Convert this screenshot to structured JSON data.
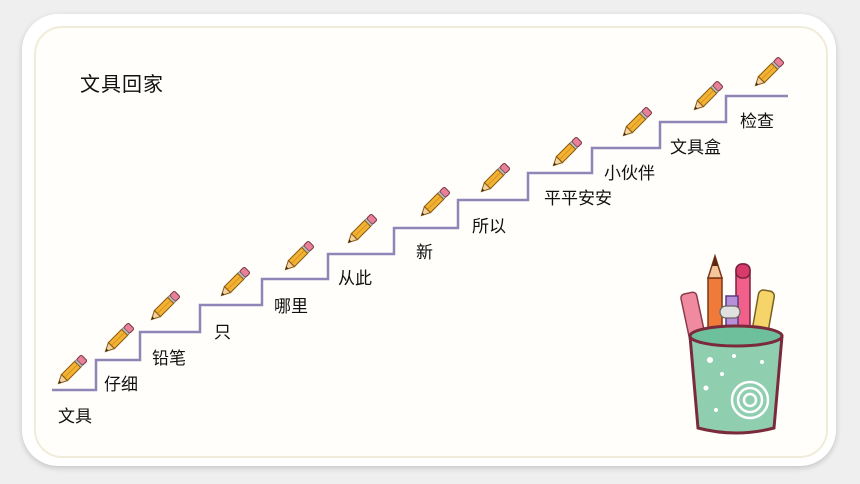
{
  "title": "文具回家",
  "steps": [
    {
      "label": "文具"
    },
    {
      "label": "仔细"
    },
    {
      "label": "铅笔"
    },
    {
      "label": "只"
    },
    {
      "label": "哪里"
    },
    {
      "label": "从此"
    },
    {
      "label": "新"
    },
    {
      "label": "所以"
    },
    {
      "label": "平平安安"
    },
    {
      "label": "小伙伴"
    },
    {
      "label": "文具盒"
    },
    {
      "label": "检查"
    }
  ],
  "colors": {
    "stair_line": "#8f86b8",
    "pencil_body": "#f2b233",
    "pencil_eraser": "#e8809a",
    "cup_body": "#8fcfb0",
    "frame_border": "#f1ecd9"
  },
  "icons": [
    "pencil-icon",
    "pencil-cup-icon"
  ]
}
